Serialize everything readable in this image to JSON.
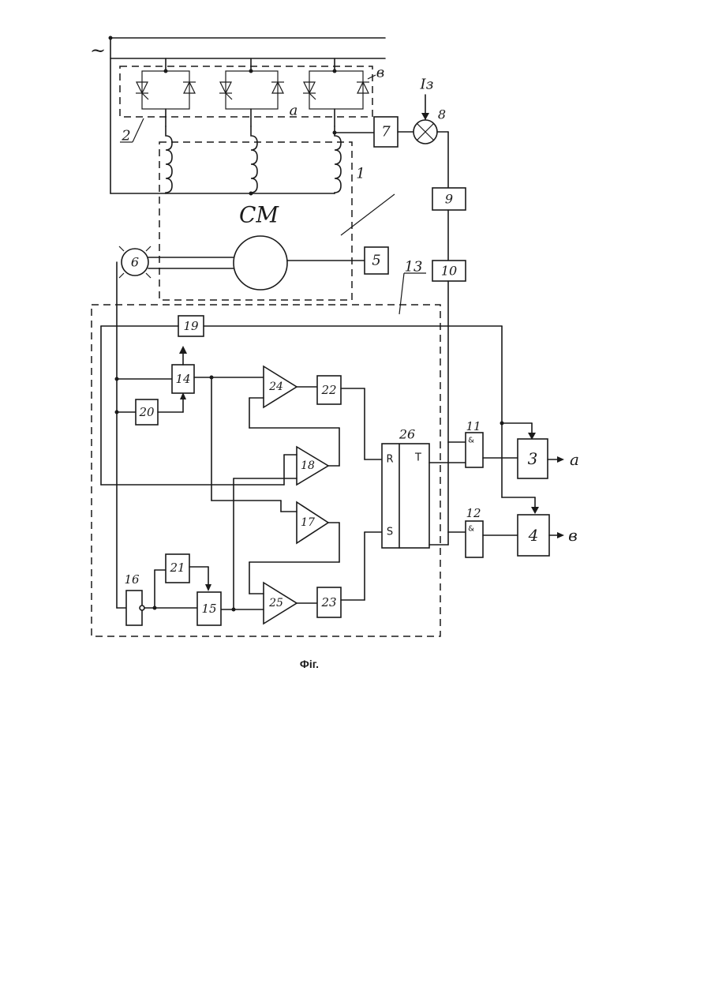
{
  "diagram": {
    "supply_symbol": "~",
    "machine_label": "СМ",
    "current_setpoint": "Iз",
    "caption": "Фіг.",
    "callouts": {
      "ref1": "1",
      "ref2": "2",
      "ref13": "13",
      "thyristor_a": "а",
      "thyristor_b": "в"
    },
    "blocks": {
      "b3": "3",
      "b4": "4",
      "b5": "5",
      "b6": "6",
      "b7": "7",
      "b8": "8",
      "b9": "9",
      "b10": "10",
      "b11": "11",
      "b12": "12",
      "b14": "14",
      "b15": "15",
      "b16": "16",
      "b17": "17",
      "b18": "18",
      "b19": "19",
      "b20": "20",
      "b21": "21",
      "b22": "22",
      "b23": "23",
      "b24": "24",
      "b25": "25",
      "b26": "26"
    },
    "and_gate_symbol": "&",
    "trigger_inputs": {
      "r": "R",
      "s": "S",
      "t": "T"
    },
    "outputs": {
      "a": "а",
      "b": "в"
    }
  }
}
